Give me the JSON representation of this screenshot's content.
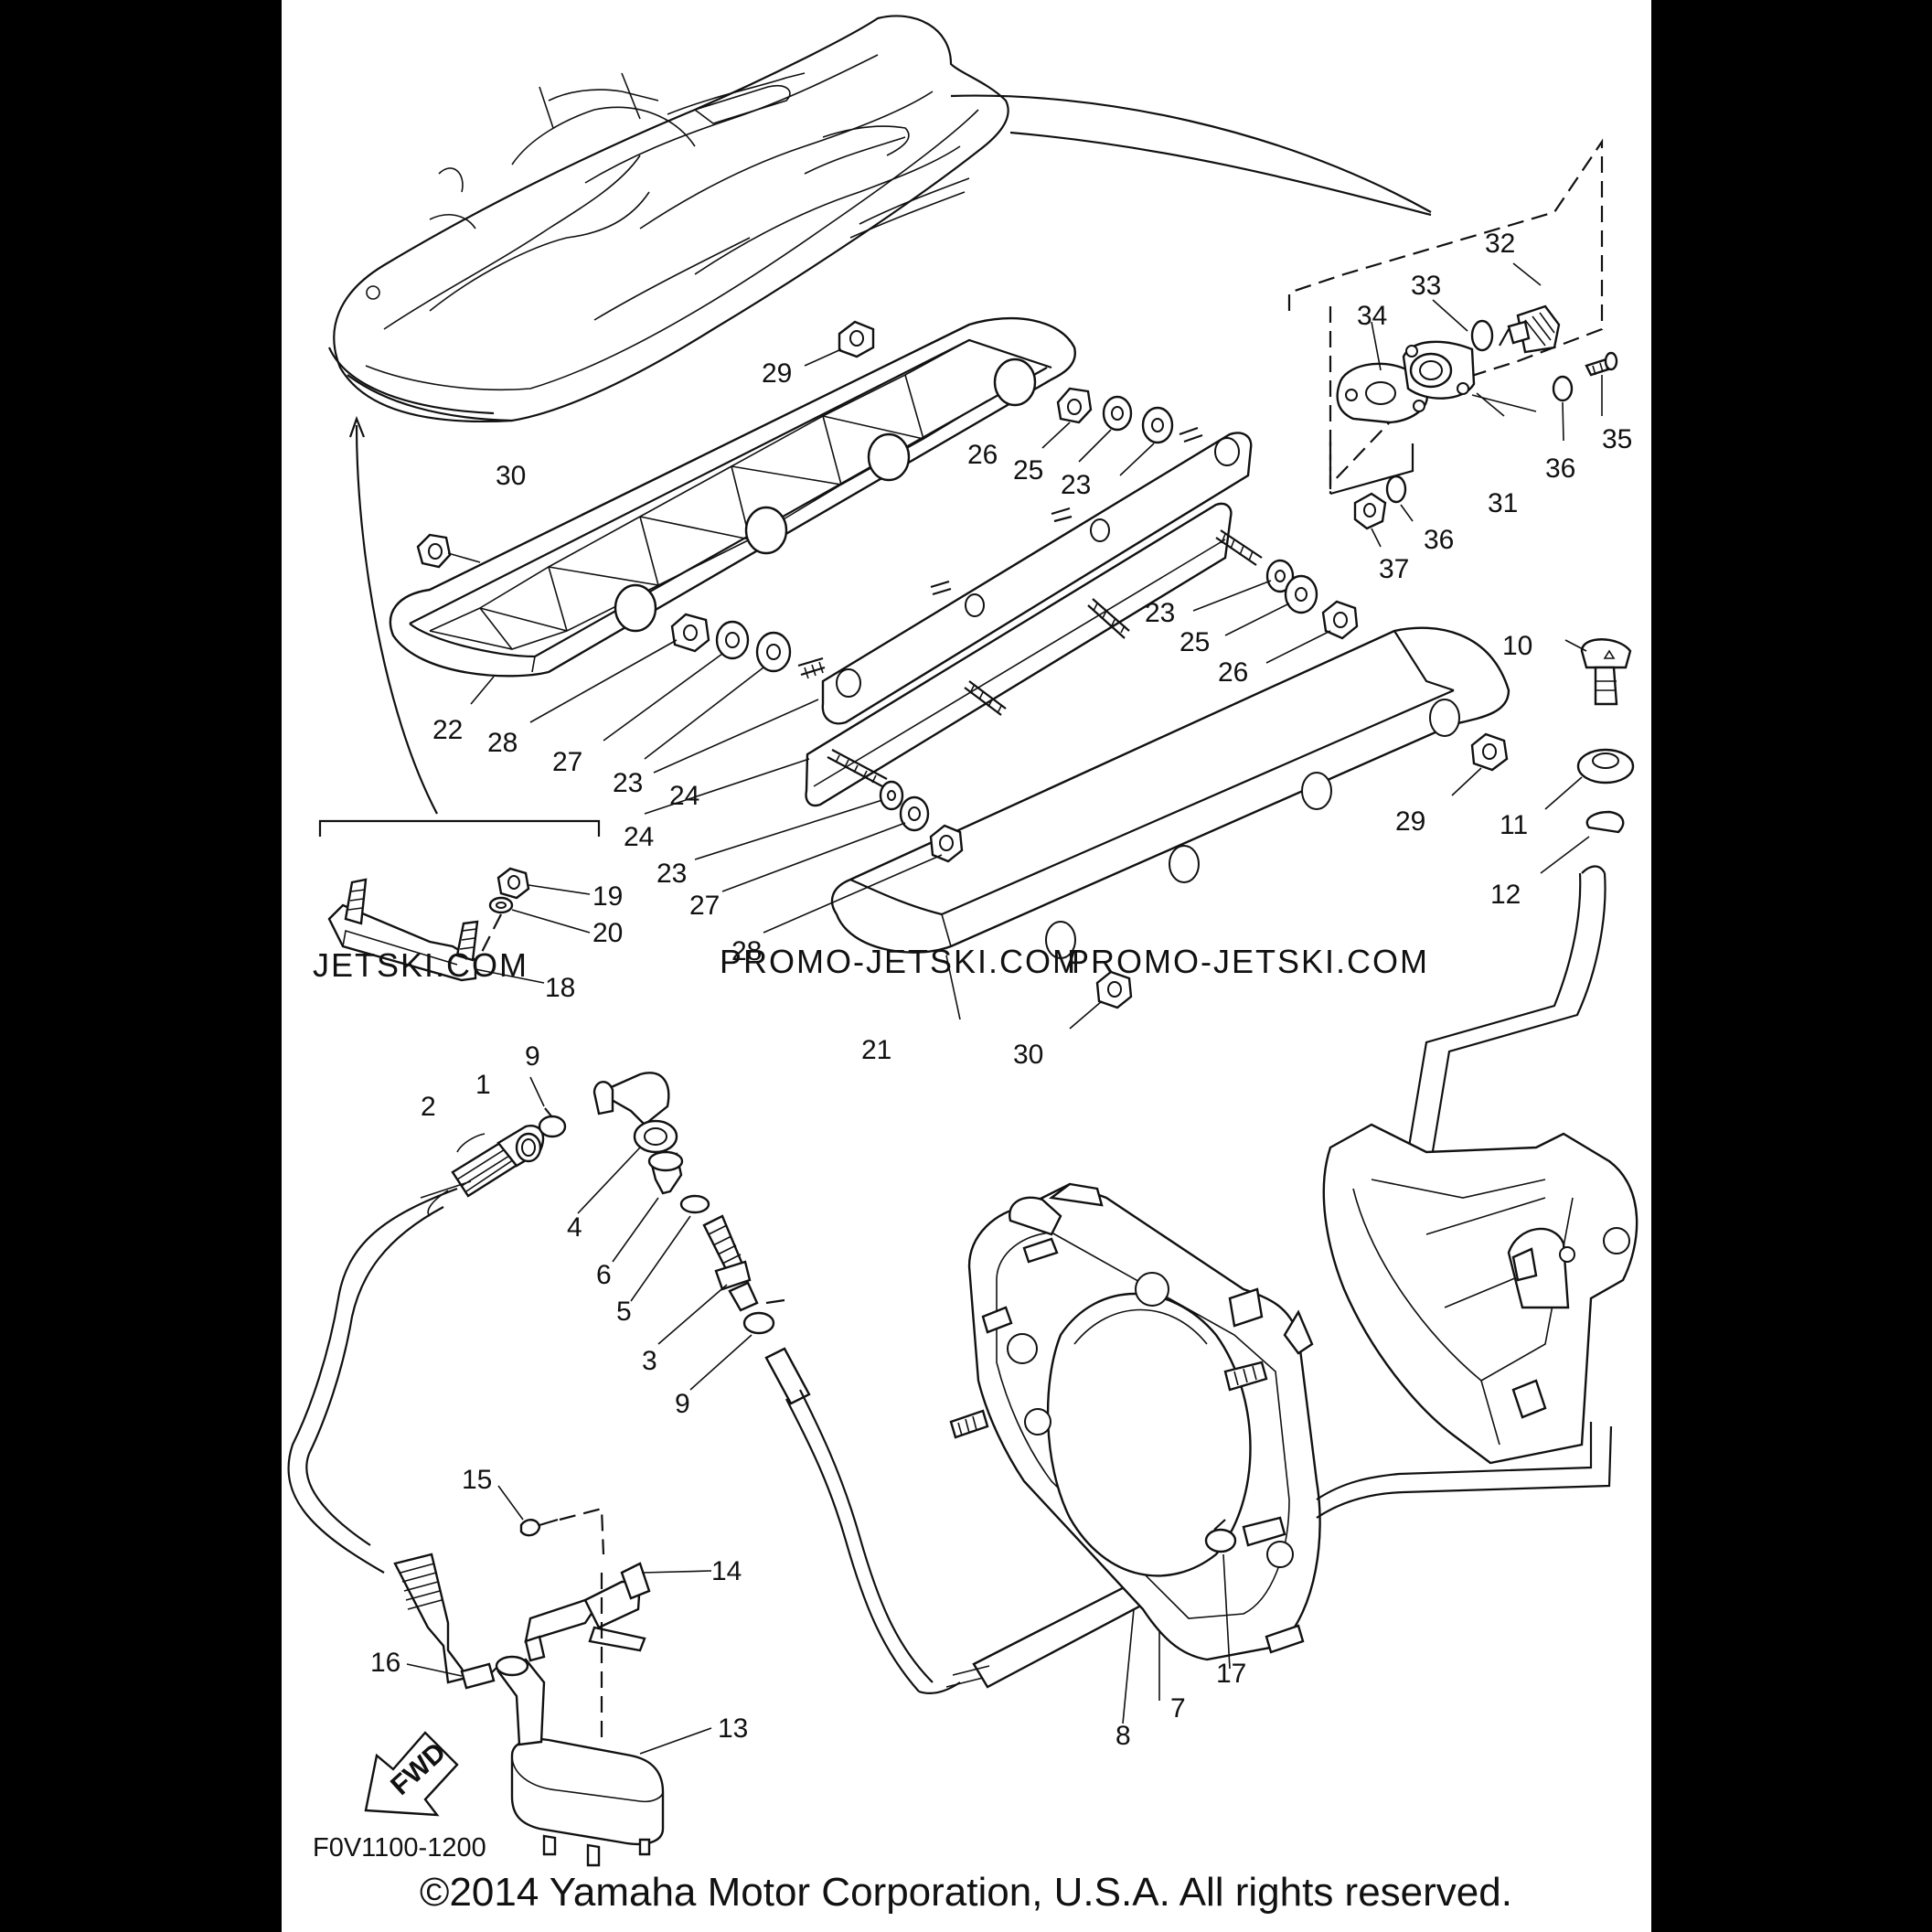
{
  "diagram": {
    "reference_code": "F0V1100-1200",
    "copyright": "©2014 Yamaha Motor Corporation, U.S.A. All rights reserved.",
    "fwd_label": "FWD",
    "watermarks": [
      "JETSKI.COM",
      "PROMO-JETSKI.COM",
      "PROMO-JETSKI.COM"
    ],
    "callouts": [
      {
        "id": "c1",
        "label": "1"
      },
      {
        "id": "c2",
        "label": "2"
      },
      {
        "id": "c3",
        "label": "3"
      },
      {
        "id": "c4",
        "label": "4"
      },
      {
        "id": "c5",
        "label": "5"
      },
      {
        "id": "c6",
        "label": "6"
      },
      {
        "id": "c7",
        "label": "7"
      },
      {
        "id": "c8",
        "label": "8"
      },
      {
        "id": "c9a",
        "label": "9"
      },
      {
        "id": "c9b",
        "label": "9"
      },
      {
        "id": "c10",
        "label": "10"
      },
      {
        "id": "c11",
        "label": "11"
      },
      {
        "id": "c12",
        "label": "12"
      },
      {
        "id": "c13",
        "label": "13"
      },
      {
        "id": "c14",
        "label": "14"
      },
      {
        "id": "c15",
        "label": "15"
      },
      {
        "id": "c16",
        "label": "16"
      },
      {
        "id": "c17",
        "label": "17"
      },
      {
        "id": "c18",
        "label": "18"
      },
      {
        "id": "c19",
        "label": "19"
      },
      {
        "id": "c20",
        "label": "20"
      },
      {
        "id": "c21",
        "label": "21"
      },
      {
        "id": "c22",
        "label": "22"
      },
      {
        "id": "c23a",
        "label": "23"
      },
      {
        "id": "c23b",
        "label": "23"
      },
      {
        "id": "c23c",
        "label": "23"
      },
      {
        "id": "c23d",
        "label": "23"
      },
      {
        "id": "c24a",
        "label": "24"
      },
      {
        "id": "c24b",
        "label": "24"
      },
      {
        "id": "c25a",
        "label": "25"
      },
      {
        "id": "c25b",
        "label": "25"
      },
      {
        "id": "c26a",
        "label": "26"
      },
      {
        "id": "c26b",
        "label": "26"
      },
      {
        "id": "c27a",
        "label": "27"
      },
      {
        "id": "c27b",
        "label": "27"
      },
      {
        "id": "c28a",
        "label": "28"
      },
      {
        "id": "c28b",
        "label": "28"
      },
      {
        "id": "c29a",
        "label": "29"
      },
      {
        "id": "c29b",
        "label": "29"
      },
      {
        "id": "c30a",
        "label": "30"
      },
      {
        "id": "c30b",
        "label": "30"
      },
      {
        "id": "c31",
        "label": "31"
      },
      {
        "id": "c32",
        "label": "32"
      },
      {
        "id": "c33",
        "label": "33"
      },
      {
        "id": "c34",
        "label": "34"
      },
      {
        "id": "c35",
        "label": "35"
      },
      {
        "id": "c36a",
        "label": "36"
      },
      {
        "id": "c36b",
        "label": "36"
      },
      {
        "id": "c37",
        "label": "37"
      }
    ]
  }
}
